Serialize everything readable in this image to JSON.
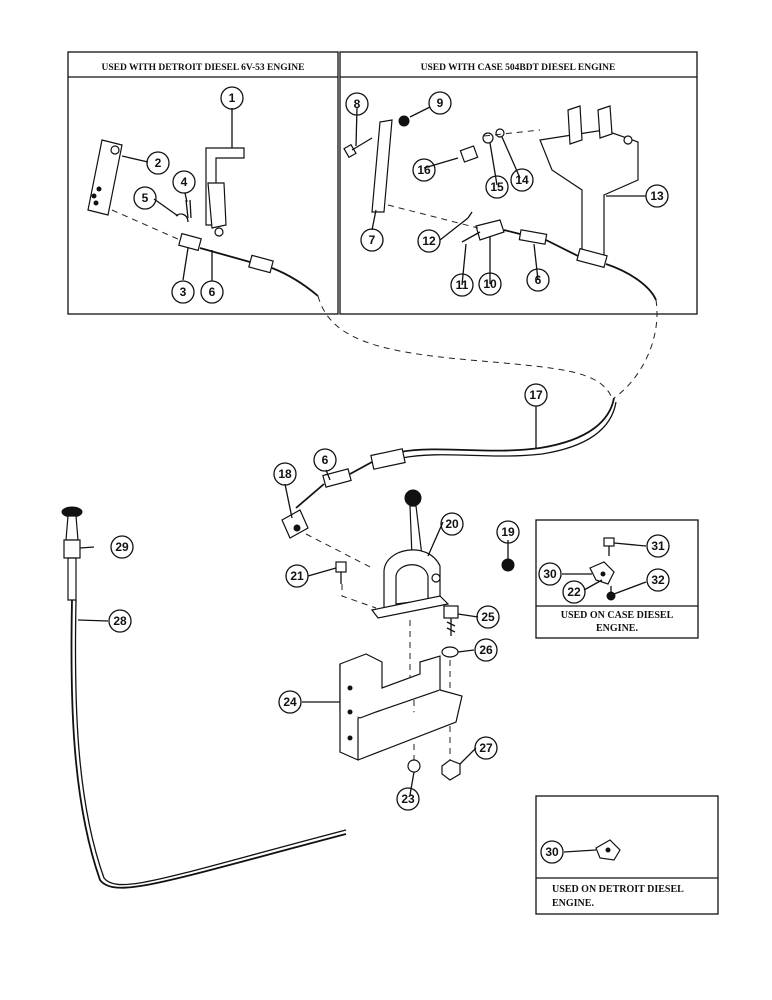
{
  "panels": {
    "detroit_header": "USED WITH DETROIT DIESEL 6V-53 ENGINE",
    "case_header": "USED WITH CASE 504BDT DIESEL ENGINE",
    "case_inset_caption_line1": "USED ON CASE DIESEL",
    "case_inset_caption_line2": "ENGINE.",
    "detroit_inset_caption_line1": "USED ON DETROIT DIESEL",
    "detroit_inset_caption_line2": "ENGINE."
  },
  "callouts": {
    "c1": "1",
    "c2": "2",
    "c3": "3",
    "c4": "4",
    "c5": "5",
    "c6a": "6",
    "c6b": "6",
    "c6c": "6",
    "c7": "7",
    "c8": "8",
    "c9": "9",
    "c10": "10",
    "c11": "11",
    "c12": "12",
    "c13": "13",
    "c14": "14",
    "c15": "15",
    "c16": "16",
    "c17": "17",
    "c18": "18",
    "c19": "19",
    "c20": "20",
    "c21": "21",
    "c22": "22",
    "c23": "23",
    "c24": "24",
    "c25": "25",
    "c26": "26",
    "c27": "27",
    "c28": "28",
    "c29": "29",
    "c30a": "30",
    "c30b": "30",
    "c31": "31",
    "c32": "32"
  }
}
